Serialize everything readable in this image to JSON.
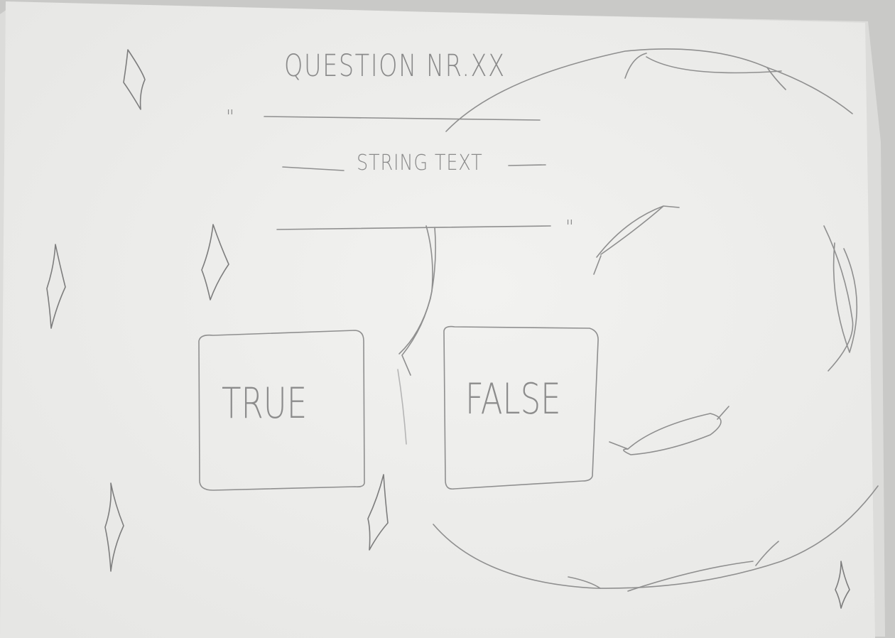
{
  "sketch": {
    "title": "QUESTION NR.XX",
    "open_quote": "\"",
    "subtitle": "STRING TEXT",
    "close_quote": "\"",
    "answers": {
      "true_label": "TRUE",
      "false_label": "FALSE"
    }
  },
  "colors": {
    "paper": "#ededeb",
    "pencil": "#8a8a8a",
    "table": "#c9c9c7"
  }
}
